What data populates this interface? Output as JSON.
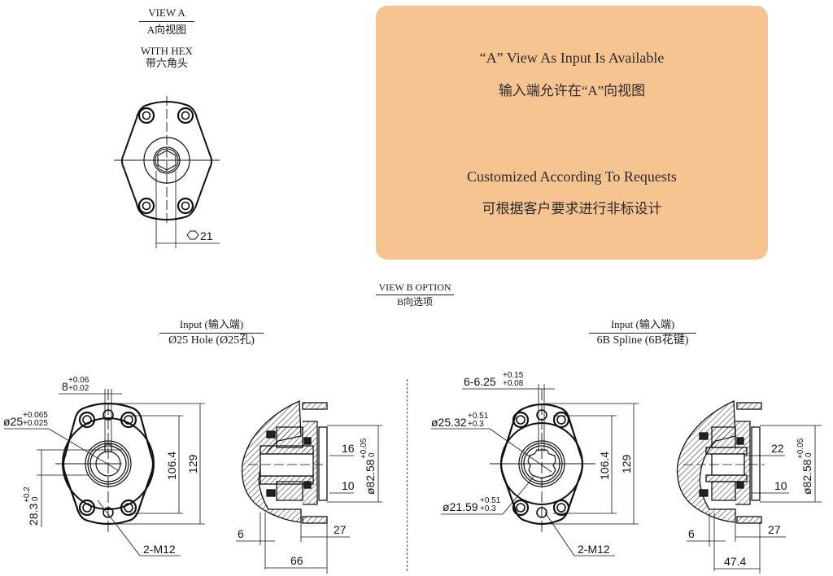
{
  "view_a": {
    "title": "VIEW A",
    "title_cn": "A向视图",
    "subtitle": "WITH HEX",
    "subtitle_cn": "带六角头",
    "hex_dim": "21"
  },
  "note": {
    "line1": "“A” View As Input Is Available",
    "line2": "输入端允许在“A”向视图",
    "line3": "Customized According To Requests",
    "line4": "可根据客户要求进行非标设计",
    "background": "#f5c491"
  },
  "view_b": {
    "title": "VIEW B OPTION",
    "title_cn": "B向选项"
  },
  "option_hole": {
    "label_top": "Input  (输入端)",
    "label_bottom": "Ø25 Hole  (Ø25孔)",
    "front": {
      "key_width": "8",
      "key_width_tol_upper": "+0.06",
      "key_width_tol_lower": "+0.02",
      "bore": "ø25",
      "bore_tol_upper": "+0.065",
      "bore_tol_lower": "+0.025",
      "key_height": "28.3",
      "key_height_tol_upper": "+0.2",
      "key_height_tol_lower": "0",
      "bolt_spacing": "106.4",
      "flange_height": "129",
      "threads": "2-M12"
    },
    "section": {
      "dim_16": "16",
      "dim_10": "10",
      "pilot": "ø82.58",
      "pilot_tol_upper": "+0.05",
      "pilot_tol_lower": "0",
      "dim_6": "6",
      "dim_27": "27",
      "overall": "66"
    }
  },
  "option_spline": {
    "label_top": "Input  (输入端)",
    "label_bottom": "6B Spline  (6B花键)",
    "front": {
      "spline_width": "6-6.25",
      "spline_width_tol_upper": "+0.15",
      "spline_width_tol_lower": "+0.08",
      "major_dia": "ø25.32",
      "major_dia_tol_upper": "+0.51",
      "major_dia_tol_lower": "+0.3",
      "minor_dia": "ø21.59",
      "minor_dia_tol_upper": "+0.51",
      "minor_dia_tol_lower": "+0.3",
      "bolt_spacing": "106.4",
      "flange_height": "129",
      "threads": "2-M12"
    },
    "section": {
      "dim_22": "22",
      "dim_10": "10",
      "pilot": "ø82.58",
      "pilot_tol_upper": "+0.05",
      "pilot_tol_lower": "0",
      "dim_6": "6",
      "dim_27": "27",
      "overall": "47.4"
    }
  }
}
